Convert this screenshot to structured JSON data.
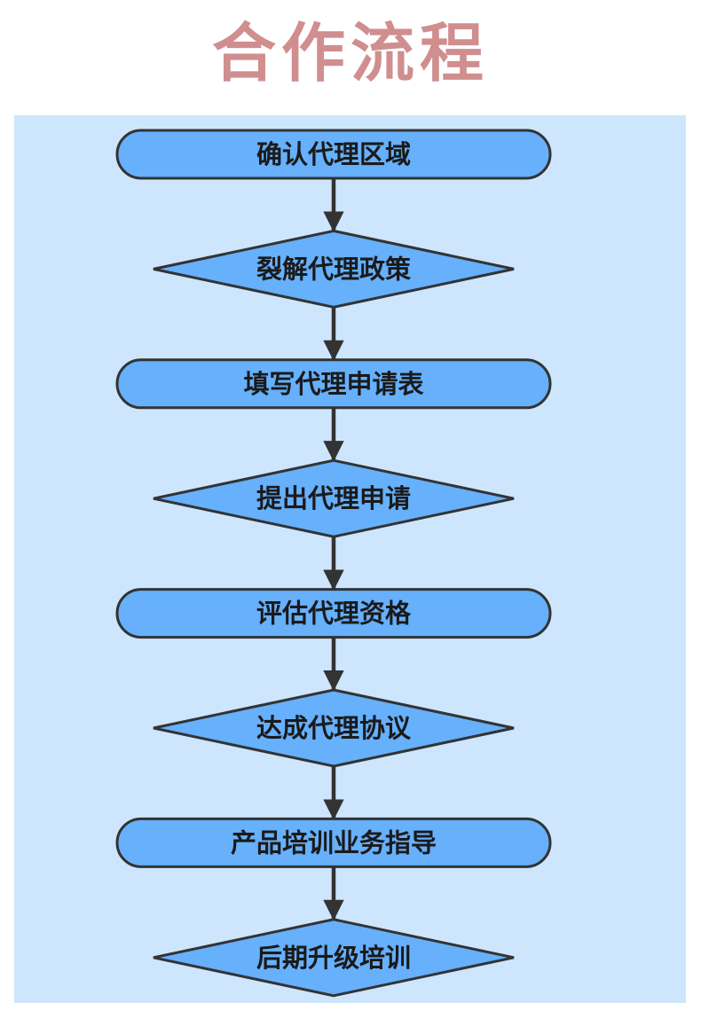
{
  "title": "合作流程",
  "colors": {
    "title": "#d08e8e",
    "panel": "#cde6fd",
    "node_fill": "#66b0fc",
    "node_stroke": "#333333",
    "arrow": "#333333"
  },
  "steps": [
    {
      "shape": "rounded-rect",
      "label": "确认代理区域"
    },
    {
      "shape": "diamond",
      "label": "裂解代理政策"
    },
    {
      "shape": "rounded-rect",
      "label": "填写代理申请表"
    },
    {
      "shape": "diamond",
      "label": "提出代理申请"
    },
    {
      "shape": "rounded-rect",
      "label": "评估代理资格"
    },
    {
      "shape": "diamond",
      "label": "达成代理协议"
    },
    {
      "shape": "rounded-rect",
      "label": "产品培训业务指导"
    },
    {
      "shape": "diamond",
      "label": "后期升级培训"
    }
  ]
}
